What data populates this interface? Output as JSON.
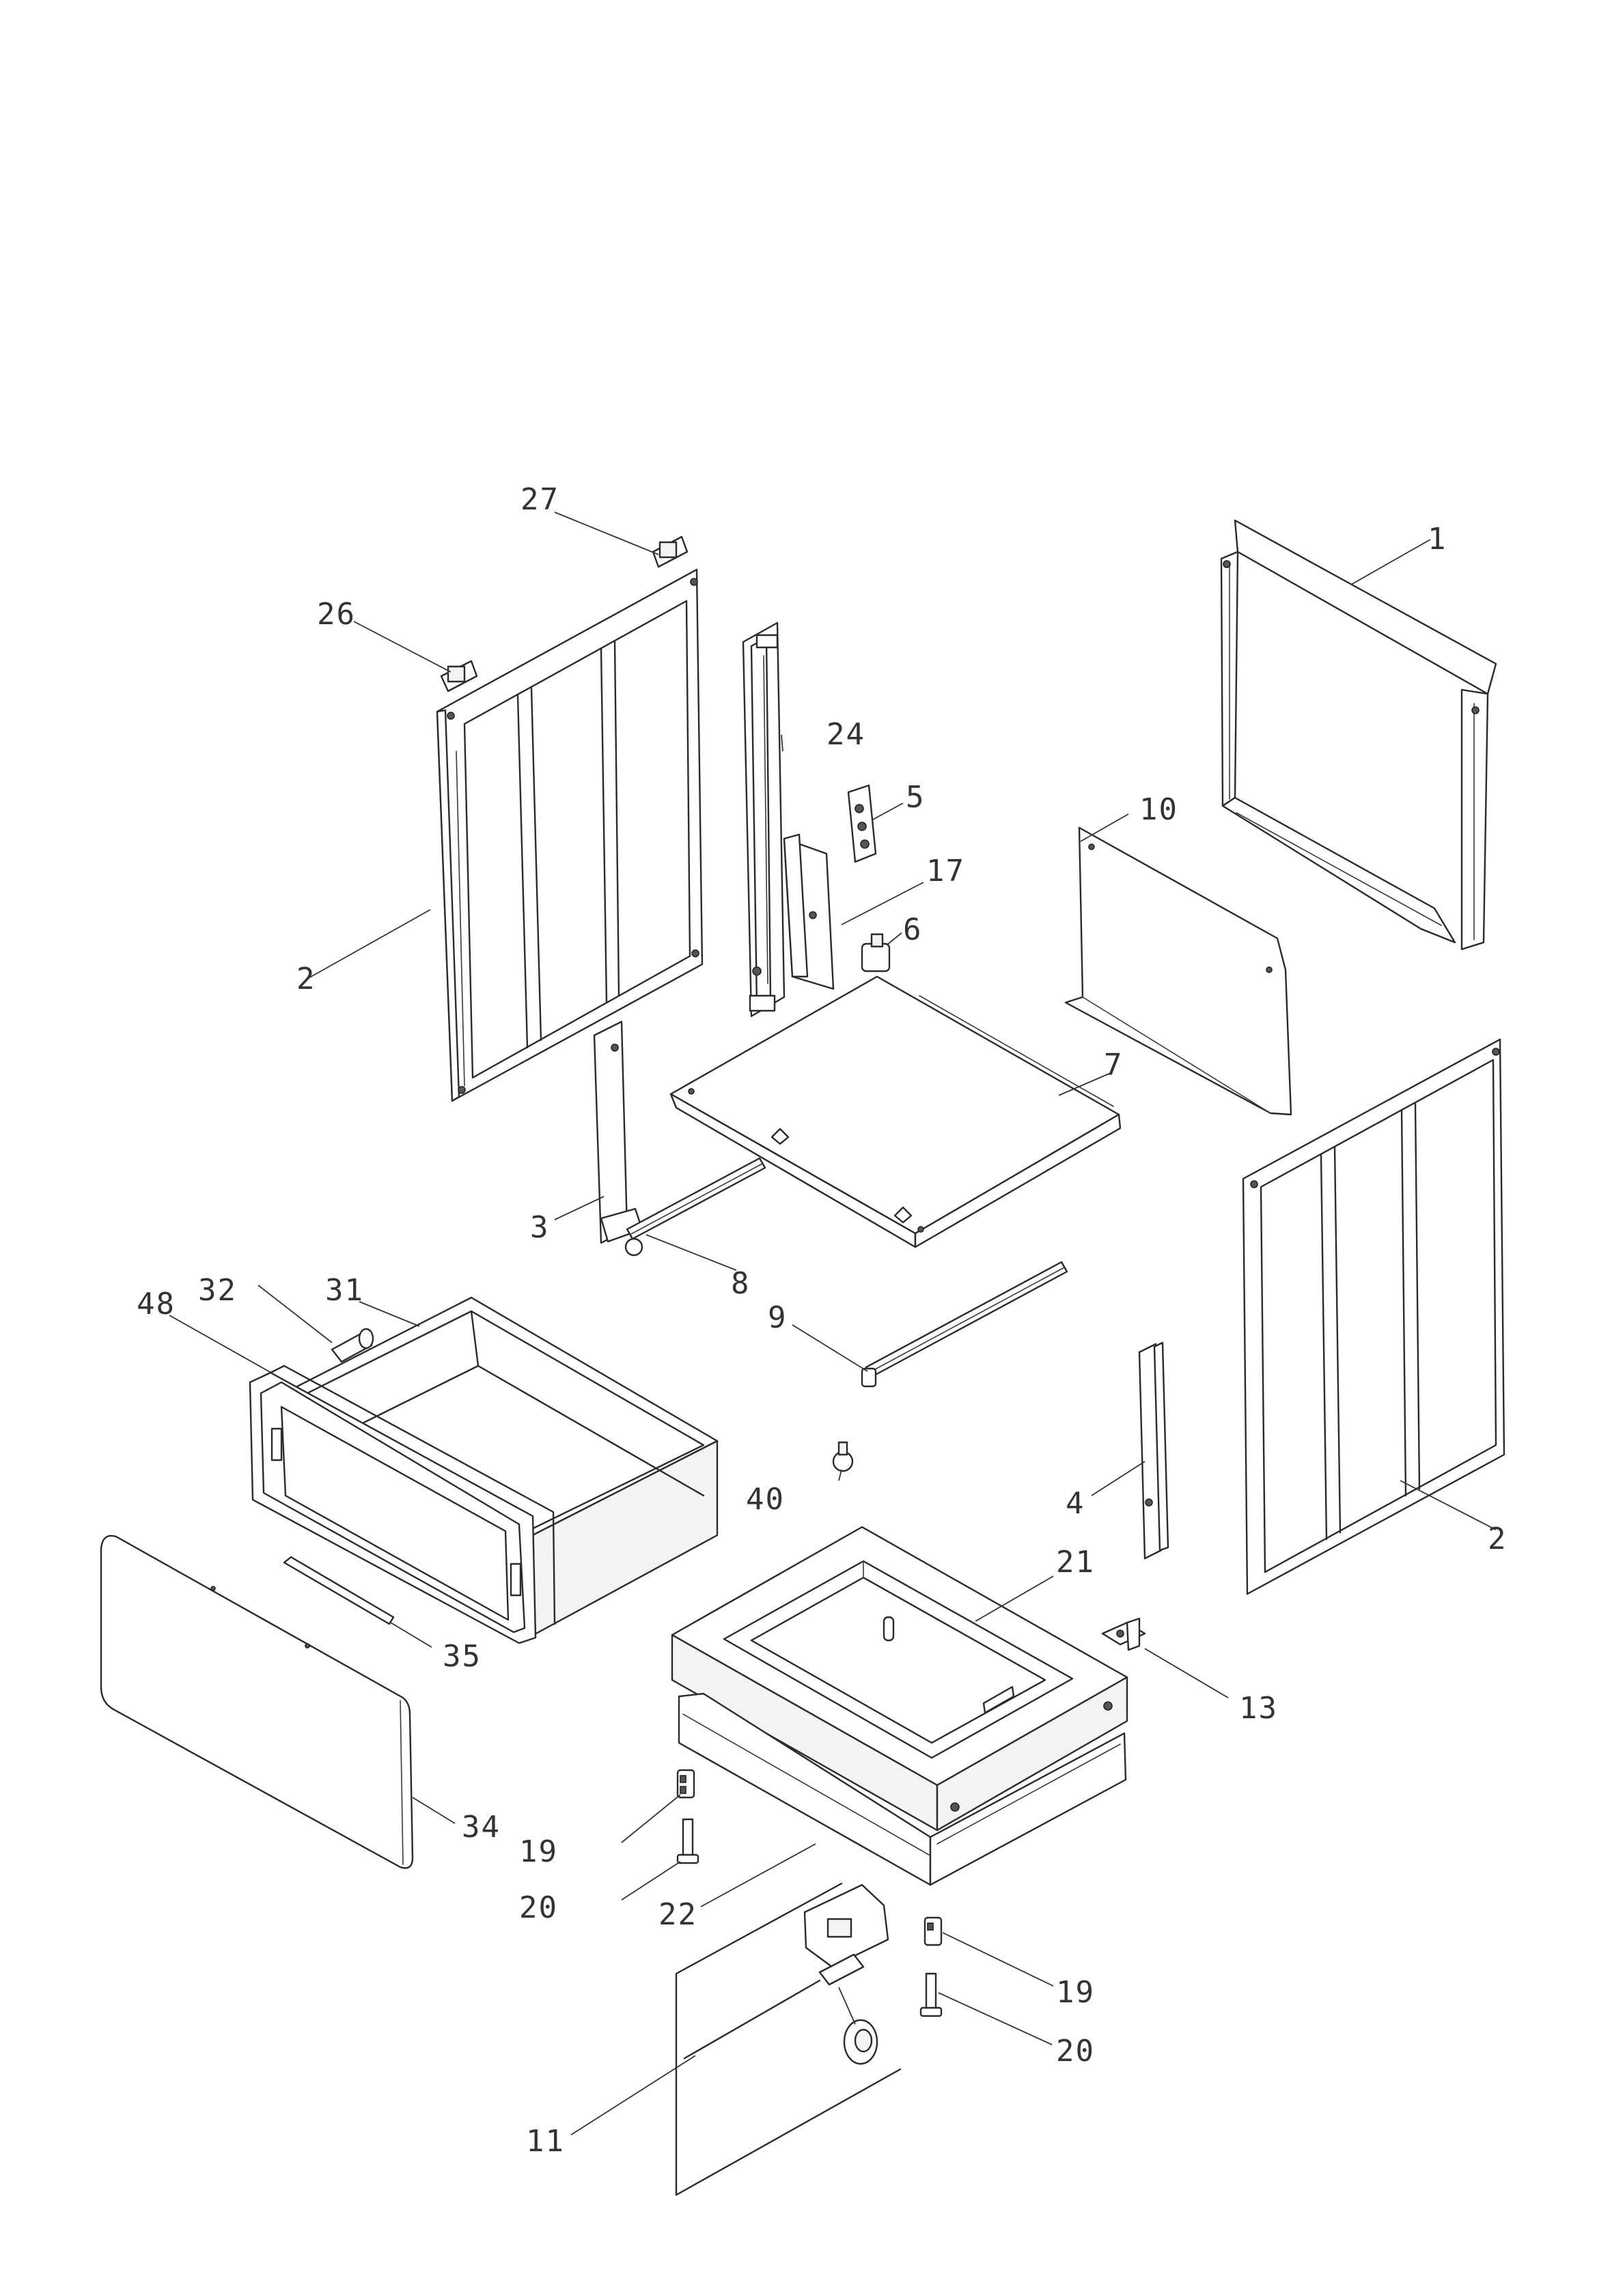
{
  "diagram": {
    "callouts": {
      "c1": "1",
      "c2a": "2",
      "c2b": "2",
      "c3": "3",
      "c4": "4",
      "c5": "5",
      "c6": "6",
      "c7": "7",
      "c8": "8",
      "c9": "9",
      "c10": "10",
      "c11": "11",
      "c13": "13",
      "c17": "17",
      "c19a": "19",
      "c19b": "19",
      "c20a": "20",
      "c20b": "20",
      "c21": "21",
      "c22": "22",
      "c24": "24",
      "c26": "26",
      "c27": "27",
      "c31": "31",
      "c32": "32",
      "c34": "34",
      "c35": "35",
      "c40": "40",
      "c48": "48"
    }
  }
}
